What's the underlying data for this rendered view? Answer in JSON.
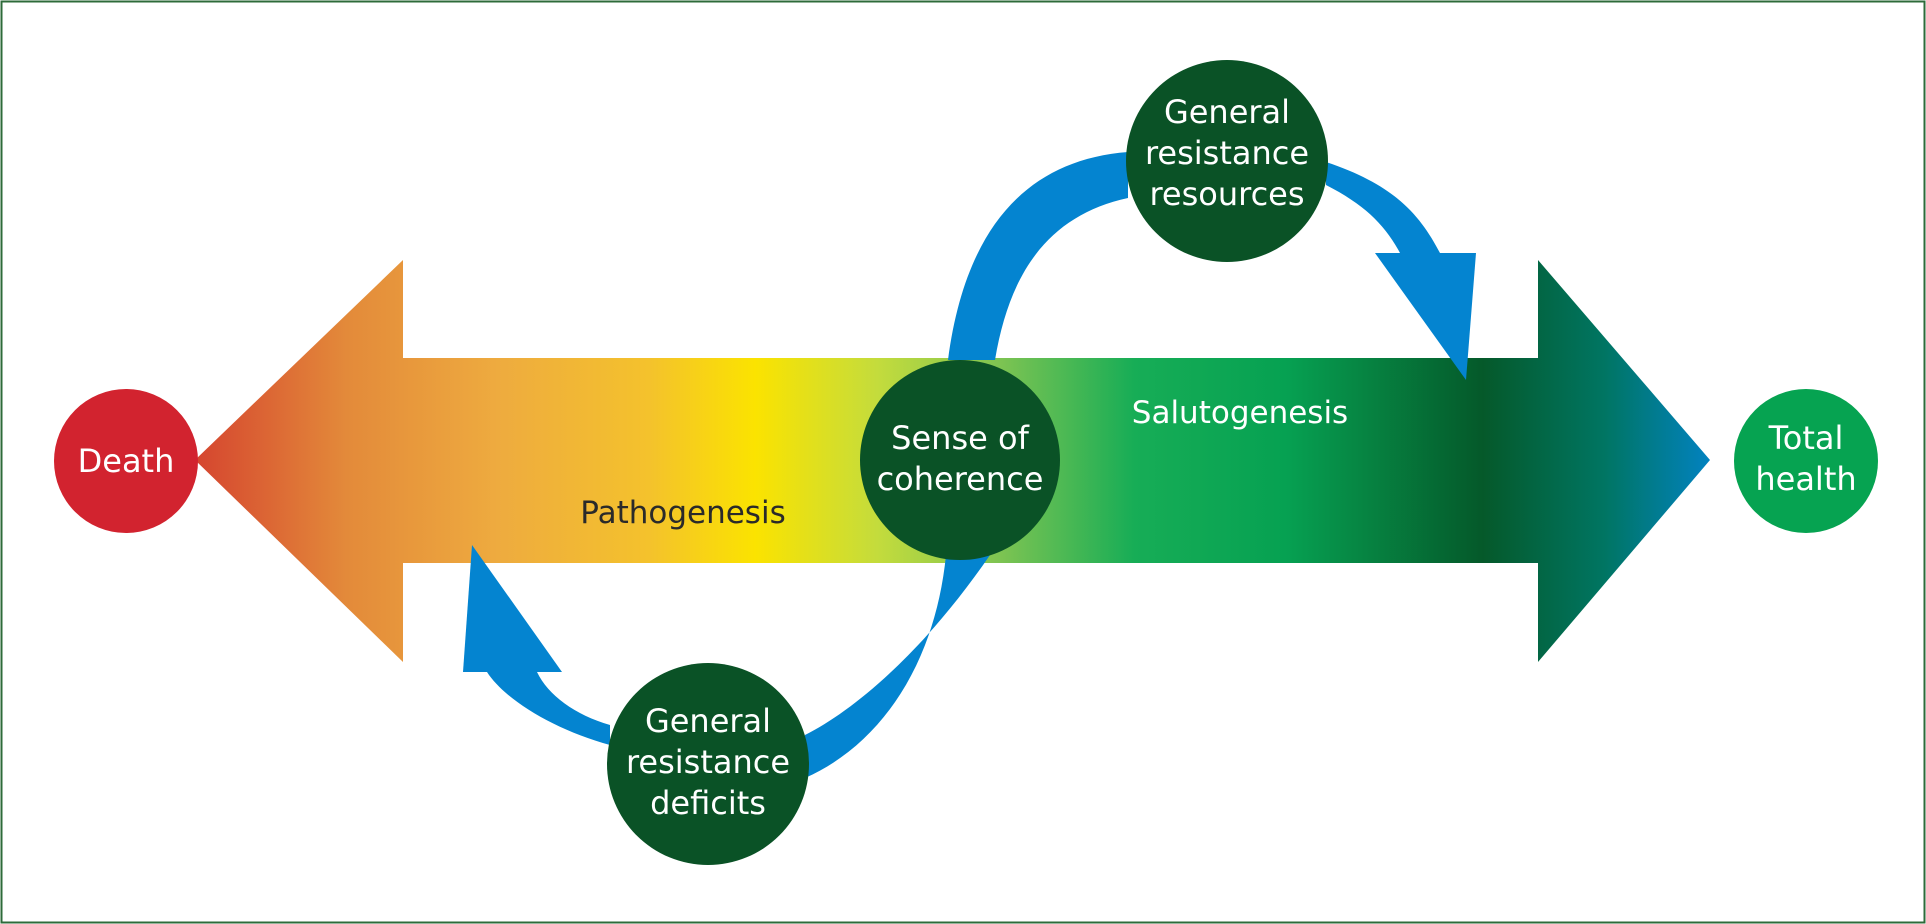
{
  "nodes": {
    "death": {
      "line1": "Death"
    },
    "total_health": {
      "line1": "Total",
      "line2": "health"
    },
    "sense_of_coherence": {
      "line1": "Sense of",
      "line2": "coherence"
    },
    "resources": {
      "line1": "General",
      "line2": "resistance",
      "line3": "resources"
    },
    "deficits": {
      "line1": "General",
      "line2": "resistance",
      "line3": "deficits"
    }
  },
  "labels": {
    "pathogenesis": "Pathogenesis",
    "salutogenesis": "Salutogenesis"
  },
  "colors": {
    "frame": "#2e6b3a",
    "death": "#d2232f",
    "total_health": "#06a351",
    "dark_node": "#0a5226",
    "flow_arrow": "#0484d0",
    "pathogenesis_text": "#2a2a2a",
    "salutogenesis_text": "#ffffff"
  }
}
